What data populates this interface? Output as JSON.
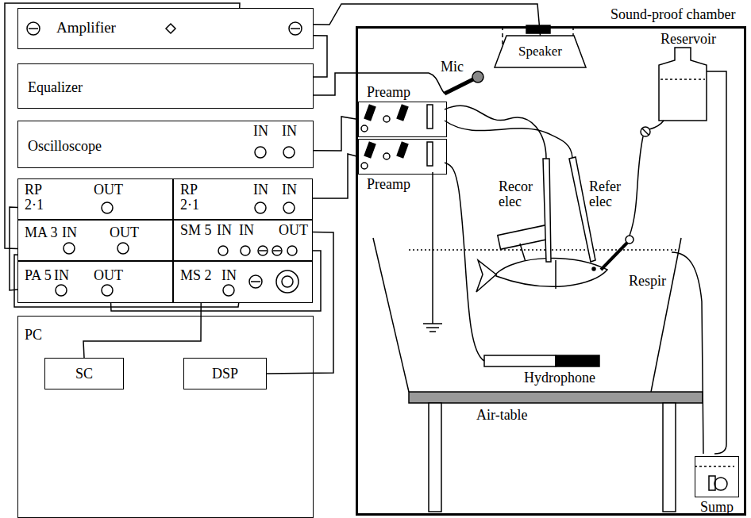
{
  "diagram": {
    "nodes": [
      {
        "text": [
          "Amplifier"
        ]
      },
      {
        "text": [
          "Equalizer"
        ]
      },
      {
        "text": [
          "Oscilloscope",
          "IN",
          "IN"
        ]
      },
      {
        "text": [
          "RP 2·1",
          "OUT"
        ]
      },
      {
        "text": [
          "RP 2·1",
          "IN",
          "IN"
        ]
      },
      {
        "text": [
          "MA 3",
          "IN",
          "OUT"
        ]
      },
      {
        "text": [
          "SM 5",
          "IN",
          "IN",
          "OUT"
        ]
      },
      {
        "text": [
          "PA 5",
          "IN",
          "OUT"
        ]
      },
      {
        "text": [
          "MS 2",
          "IN"
        ]
      },
      {
        "text": [
          "PC"
        ]
      },
      {
        "text": [
          "SC"
        ],
        "in": 9
      },
      {
        "text": [
          "DSP"
        ],
        "in": 9
      },
      {
        "text": [
          "Sound-proof chamber"
        ]
      },
      {
        "text": [
          "Speaker"
        ],
        "in": 12
      },
      {
        "text": [
          "Preamp"
        ],
        "in": 12
      },
      {
        "text": [
          "Preamp"
        ],
        "in": 12
      },
      {
        "text": [
          "Sump"
        ],
        "in": 12
      }
    ],
    "edges": [
      {
        "from": 0,
        "to": 13,
        "arrow": "none"
      },
      {
        "from": 1,
        "to": 0,
        "arrow": "none"
      },
      {
        "from": 5,
        "to": 0,
        "arrow": "none"
      },
      {
        "from": 14,
        "to": 2,
        "arrow": "none"
      },
      {
        "from": 15,
        "to": 4,
        "arrow": "none"
      },
      {
        "from": 3,
        "to": 7,
        "arrow": "none"
      },
      {
        "from": 7,
        "to": 6,
        "arrow": "none"
      },
      {
        "from": 5,
        "to": 8,
        "arrow": "none"
      },
      {
        "from": 8,
        "to": 10,
        "arrow": "none"
      },
      {
        "from": 6,
        "to": 11,
        "arrow": "none"
      }
    ],
    "labels": [
      "Mic",
      "Reservoir",
      "Recor elec",
      "Refer elec",
      "Respir",
      "Hydrophone",
      "Air-table"
    ]
  }
}
